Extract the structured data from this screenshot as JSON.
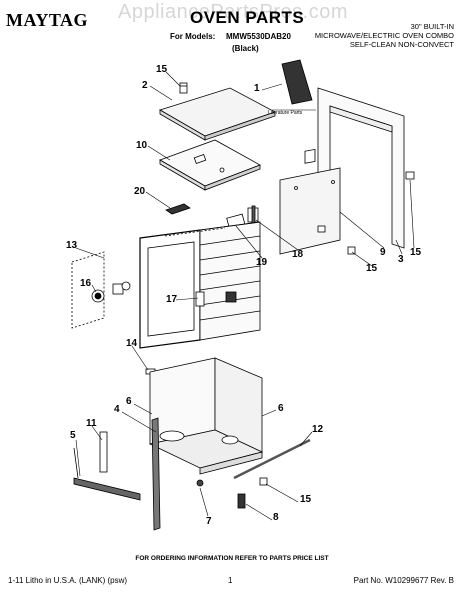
{
  "header": {
    "brand": "MAYTAG",
    "title": "OVEN PARTS",
    "models_label": "For Models:",
    "models_value": "MMW5530DAB20",
    "color": "(Black)",
    "description_lines": [
      "30\" BUILT-IN",
      "MICROWAVE/ELECTRIC OVEN COMBO",
      "SELF-CLEAN NON-CONVECT"
    ]
  },
  "watermark": "AppliancePartsPros.com",
  "literature_label": "Literature Parts",
  "callouts": [
    {
      "id": "c15a",
      "label": "15"
    },
    {
      "id": "c2",
      "label": "2"
    },
    {
      "id": "c1",
      "label": "1"
    },
    {
      "id": "c10",
      "label": "10"
    },
    {
      "id": "c20",
      "label": "20"
    },
    {
      "id": "c13",
      "label": "13"
    },
    {
      "id": "c16",
      "label": "16"
    },
    {
      "id": "c17",
      "label": "17"
    },
    {
      "id": "c19",
      "label": "19"
    },
    {
      "id": "c18",
      "label": "18"
    },
    {
      "id": "c15b",
      "label": "15"
    },
    {
      "id": "c9",
      "label": "9"
    },
    {
      "id": "c3",
      "label": "3"
    },
    {
      "id": "c15c",
      "label": "15"
    },
    {
      "id": "c14",
      "label": "14"
    },
    {
      "id": "c6a",
      "label": "6"
    },
    {
      "id": "c6b",
      "label": "6"
    },
    {
      "id": "c4",
      "label": "4"
    },
    {
      "id": "c11",
      "label": "11"
    },
    {
      "id": "c5",
      "label": "5"
    },
    {
      "id": "c12",
      "label": "12"
    },
    {
      "id": "c7",
      "label": "7"
    },
    {
      "id": "c15d",
      "label": "15"
    },
    {
      "id": "c8",
      "label": "8"
    }
  ],
  "footer": {
    "order_info": "FOR ORDERING INFORMATION REFER TO PARTS PRICE LIST",
    "litho": "1-11 Litho in U.S.A. (LANK) (psw)",
    "page": "1",
    "part_no": "Part No. W10299677 Rev. B"
  }
}
